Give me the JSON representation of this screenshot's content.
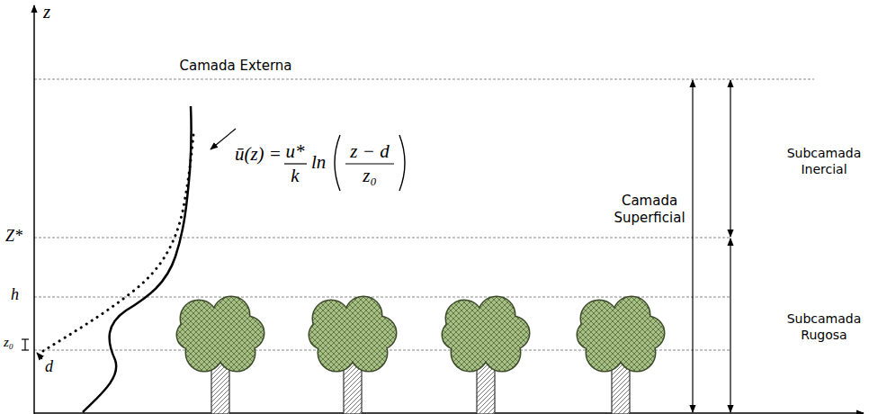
{
  "diagram": {
    "labels": [
      "z",
      "Camada Externa",
      "ū(z) =",
      "u*",
      "k",
      "ln",
      "z − d",
      "z₀",
      "Camada Superficial",
      "Subcamada Inercial",
      "Subcamada Rugosa",
      "Z*",
      "h",
      "z₀",
      "d"
    ]
  }
}
